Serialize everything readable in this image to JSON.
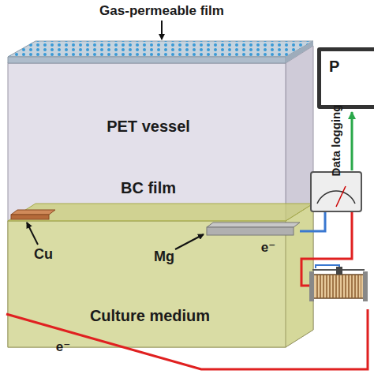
{
  "diagram": {
    "nodes": [
      {
        "text": [
          "P"
        ]
      }
    ],
    "labels": [
      "Gas-permeable film",
      "PET vessel",
      "BC film",
      "Cu",
      "Mg",
      "Culture medium",
      "Data logging",
      "e⁻",
      "e⁻"
    ]
  }
}
